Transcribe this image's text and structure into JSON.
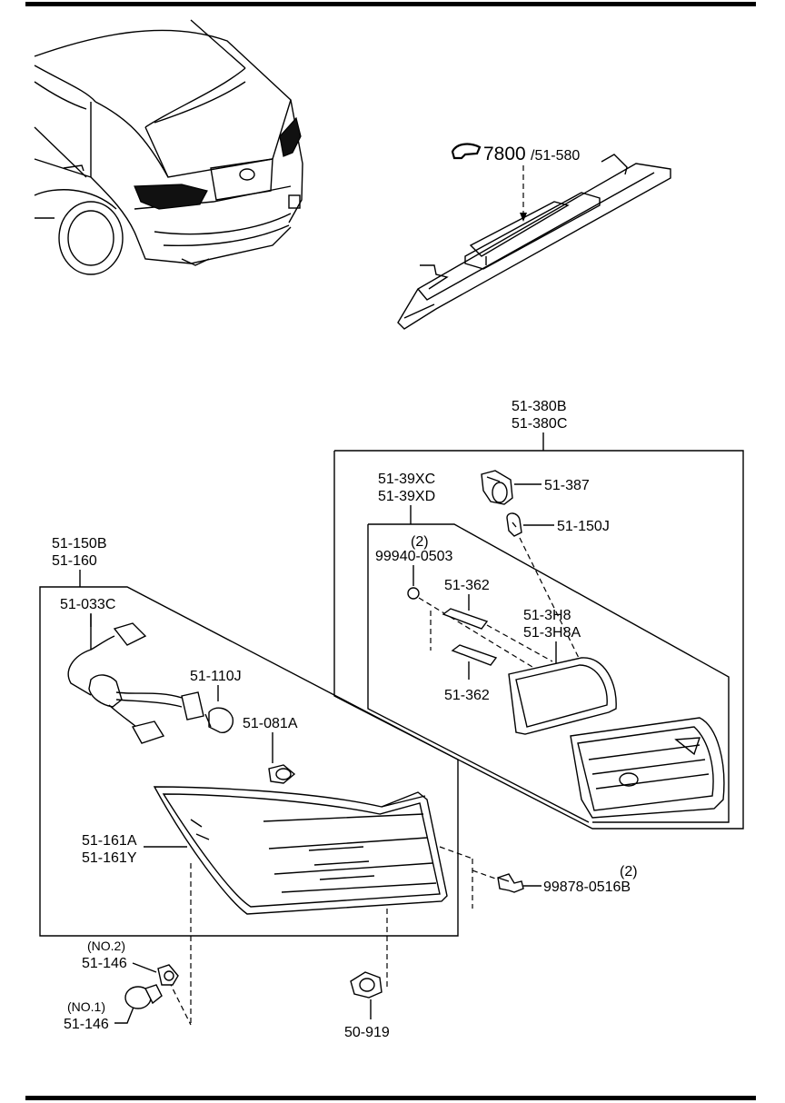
{
  "labels": {
    "ref_number": "7800",
    "ref_suffix": "/51-580",
    "assy_right_1": "51-380B",
    "assy_right_2": "51-380C",
    "inner_1": "51-39XC",
    "inner_2": "51-39XD",
    "socket": "51-387",
    "bulb_right": "51-150J",
    "qty_screw_right": "(2)",
    "screw_right": "99940-0503",
    "pad_upper": "51-362",
    "pad_lower": "51-362",
    "gasket_1": "51-3H8",
    "gasket_2": "51-3H8A",
    "assy_left_1": "51-150B",
    "assy_left_2": "51-160",
    "harness": "51-033C",
    "bulb_left": "51-110J",
    "clip_top": "51-081A",
    "lens_1": "51-161A",
    "lens_2": "51-161Y",
    "qty_bolt": "(2)",
    "bolt": "99878-0516B",
    "no2_qual": "(NO.2)",
    "no2_part": "51-146",
    "no1_qual": "(NO.1)",
    "no1_part": "51-146",
    "grommet": "50-919"
  },
  "icons": {
    "reference_arrow": "pointing-hand-icon"
  }
}
